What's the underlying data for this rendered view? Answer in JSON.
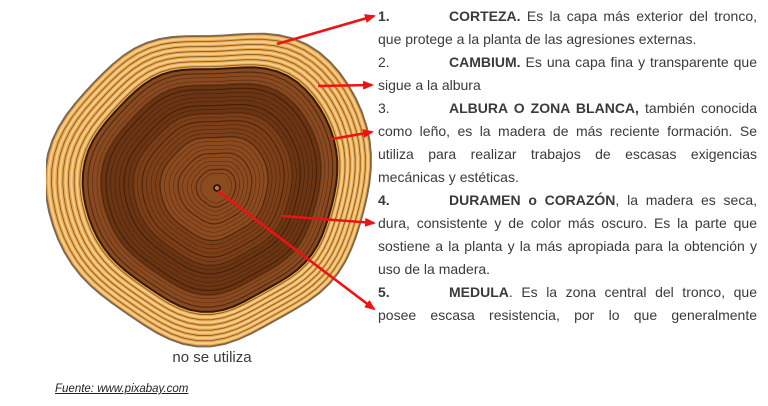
{
  "figure": {
    "caption": "no se utiliza",
    "arrow_color": "#ef1212",
    "trunk_colors": {
      "bark_base": "#E8A851",
      "bark_light": "#F5CE8C",
      "bark_dark": "#8F5E20",
      "outline": "#6E6E6E",
      "duramen_fill": "#8A4A21",
      "duramen_edge": "#33190A",
      "band_dark": "#6B3513",
      "band_mid": "#7D3F18",
      "center_fill": "#8C4A1F",
      "ring_line": "rgba(30,12,2,0.5)",
      "pith_fill": "#B97D3F",
      "pith_edge": "#190B02"
    },
    "arrows": [
      {
        "name": "arrow-to-corteza",
        "from": [
          277,
          44
        ],
        "to": [
          374,
          16
        ]
      },
      {
        "name": "arrow-to-cambium",
        "from": [
          318,
          86
        ],
        "to": [
          372,
          85
        ]
      },
      {
        "name": "arrow-to-albura",
        "from": [
          332,
          139
        ],
        "to": [
          372,
          132
        ]
      },
      {
        "name": "arrow-to-duramen",
        "from": [
          282,
          216
        ],
        "to": [
          374,
          223
        ]
      },
      {
        "name": "arrow-to-medula",
        "from": [
          218,
          191
        ],
        "to": [
          374,
          309
        ]
      }
    ]
  },
  "legend": {
    "items": [
      {
        "name": "corteza",
        "num": "1.",
        "num_bold": true,
        "term": "CORTEZA.",
        "rest": " Es la capa más exterior del tronco, que protege a la planta de las agresiones externas."
      },
      {
        "name": "cambium",
        "num": "2.",
        "num_bold": false,
        "term": "CAMBIUM.",
        "rest": " Es una capa fina y transparente que sigue a la albura"
      },
      {
        "name": "albura",
        "num": "3.",
        "num_bold": false,
        "term": "ALBURA O ZONA BLANCA,",
        "rest": " también conocida como leño, es la madera de más reciente formación. Se utiliza para realizar trabajos de escasas exigencias mecánicas y estéticas."
      },
      {
        "name": "duramen",
        "num": "4.",
        "num_bold": true,
        "term": "DURAMEN o CORAZÓN",
        "rest": ", la madera es seca, dura, consistente y de color más oscuro. Es la parte que sostiene a la planta y la más apropiada para la obtención y uso de la madera."
      },
      {
        "name": "medula",
        "num": "5.",
        "num_bold": true,
        "term": "MEDULA",
        "rest": ". Es la zona central del tronco, que posee escasa resistencia, por lo que generalmente",
        "continues": true
      }
    ]
  },
  "source": {
    "label": "Fuente: www.pixabay.com"
  }
}
